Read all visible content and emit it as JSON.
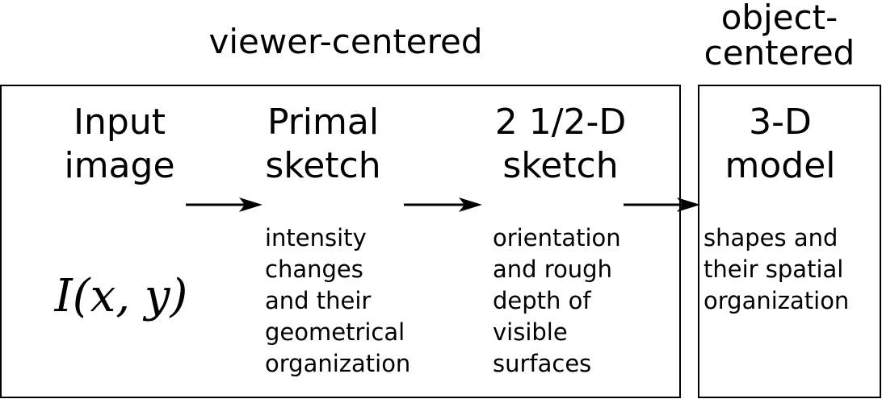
{
  "groups": {
    "viewer": {
      "label": "viewer-centered"
    },
    "object": {
      "label_lines": [
        "object-",
        "centered"
      ]
    }
  },
  "stages": [
    {
      "title_lines": [
        "Input",
        "image"
      ],
      "formula": "I(x, y)"
    },
    {
      "title_lines": [
        "Primal",
        "sketch"
      ],
      "description_lines": [
        "intensity",
        "changes",
        "and their",
        "geometrical",
        "organization"
      ]
    },
    {
      "title_lines": [
        "2 1/2-D",
        "sketch"
      ],
      "description_lines": [
        "orientation",
        "and rough",
        "depth of",
        "visible",
        "surfaces"
      ]
    },
    {
      "title_lines": [
        "3-D",
        "model"
      ],
      "description_lines": [
        "shapes and",
        "their spatial",
        "organization"
      ]
    }
  ],
  "colors": {
    "stroke": "#000000",
    "background": "#ffffff"
  }
}
